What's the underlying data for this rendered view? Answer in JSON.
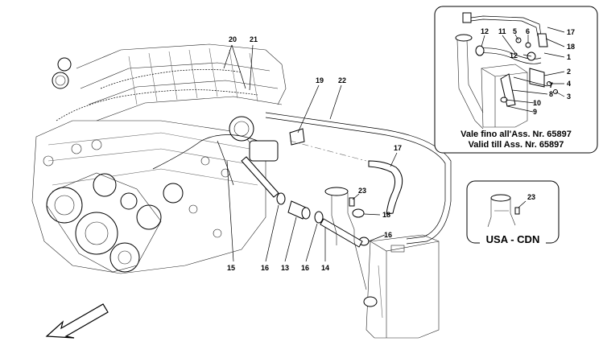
{
  "callouts": {
    "c20": "20",
    "c21": "21",
    "c19": "19",
    "c22": "22",
    "c17": "17",
    "c23": "23",
    "c18": "18",
    "c16a": "16",
    "c16b": "16",
    "c16c": "16",
    "c15": "15",
    "c13": "13",
    "c14": "14"
  },
  "inset_main": {
    "callouts": {
      "i17": "17",
      "i18": "18",
      "i12a": "12",
      "i11": "11",
      "i5": "5",
      "i6": "6",
      "i12b": "12",
      "i1": "1",
      "i2": "2",
      "i4": "4",
      "i3": "3",
      "i7": "7",
      "i8": "8",
      "i10": "10",
      "i9": "9"
    },
    "note_line1": "Vale fino all'Ass. Nr. 65897",
    "note_line2": "Valid till Ass. Nr. 65897"
  },
  "inset_usa": {
    "callouts": {
      "u23": "23"
    },
    "region_label": "USA - CDN"
  },
  "colors": {
    "line": "#000000",
    "background": "#ffffff"
  },
  "icons": {
    "direction_arrow": "arrow-front-icon"
  }
}
